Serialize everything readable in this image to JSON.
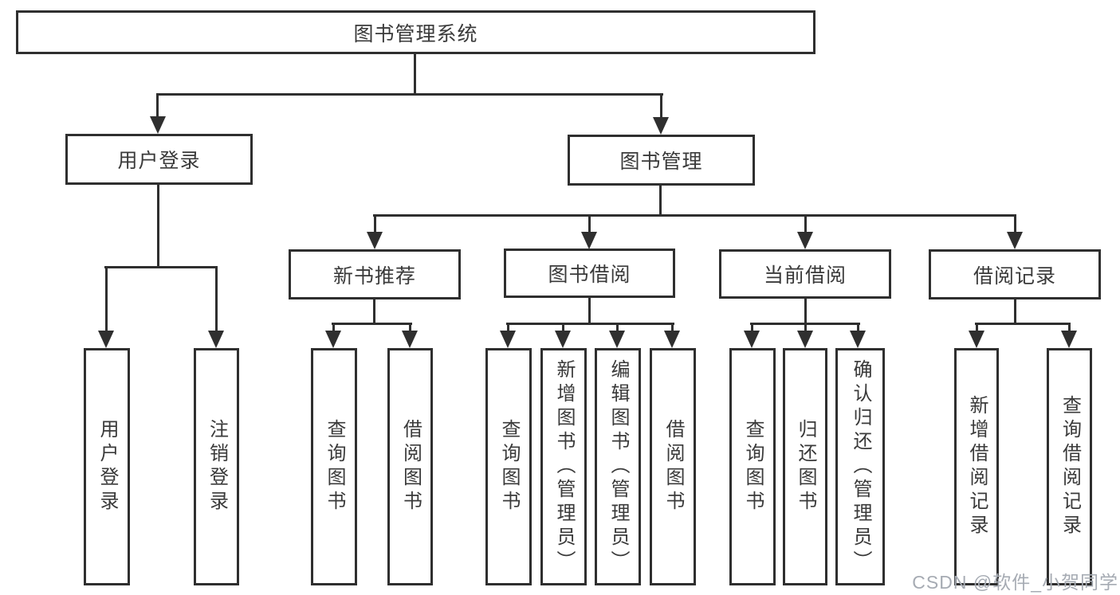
{
  "diagram_title": "图书管理系统",
  "tree": {
    "label": "图书管理系统",
    "children": [
      {
        "label": "用户登录",
        "children": [
          {
            "label": "用户登录"
          },
          {
            "label": "注销登录"
          }
        ]
      },
      {
        "label": "图书管理",
        "children": [
          {
            "label": "新书推荐",
            "children": [
              {
                "label": "查询图书"
              },
              {
                "label": "借阅图书"
              }
            ]
          },
          {
            "label": "图书借阅",
            "children": [
              {
                "label": "查询图书"
              },
              {
                "label": "新增图书（管理员）"
              },
              {
                "label": "编辑图书（管理员）"
              },
              {
                "label": "借阅图书"
              }
            ]
          },
          {
            "label": "当前借阅",
            "children": [
              {
                "label": "查询图书"
              },
              {
                "label": "归还图书"
              },
              {
                "label": "确认归还（管理员）"
              }
            ]
          },
          {
            "label": "借阅记录",
            "children": [
              {
                "label": "新增借阅记录"
              },
              {
                "label": "查询借阅记录"
              }
            ]
          }
        ]
      }
    ]
  },
  "watermark": "CSDN @软件_小贺同学",
  "colors": {
    "line": "#2f2f2f",
    "box_border": "#2f2f2f",
    "box_background": "#ffffff",
    "text": "#3a3a3a",
    "watermark": "#a6abb3",
    "page_background": "#ffffff"
  }
}
